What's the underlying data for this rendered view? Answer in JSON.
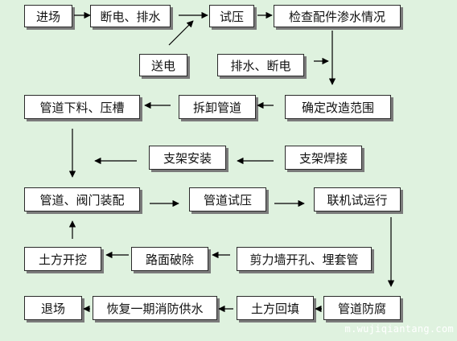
{
  "flowchart": {
    "nodes": {
      "jinchang": "进场",
      "duandian_paishui": "断电、排水",
      "shiya": "试压",
      "jiancha": "检查配件渗水情况",
      "songdian": "送电",
      "paishui_duandian": "排水、断电",
      "guandao_xialiao": "管道下料、压槽",
      "chaixie": "拆卸管道",
      "queding": "确定改造范围",
      "zhijia_anzhuang": "支架安装",
      "zhijia_hanjie": "支架焊接",
      "guandao_famen": "管道、阀门装配",
      "guandao_shiya": "管道试压",
      "lianji": "联机试运行",
      "tufang_kaiwa": "土方开挖",
      "lumian": "路面破除",
      "jianliqiang": "剪力墙开孔、埋套管",
      "tuichang": "退场",
      "huifu": "恢复一期消防供水",
      "tufang_huitian": "土方回填",
      "guandao_fangfu": "管道防腐"
    },
    "colors": {
      "background": "#dff2df",
      "box_fill": "#ffffff",
      "box_border": "#2a2a2a",
      "arrow": "#000000",
      "shadow": "#7b7b7b"
    }
  },
  "watermark": "m.wujiqiantang.com"
}
